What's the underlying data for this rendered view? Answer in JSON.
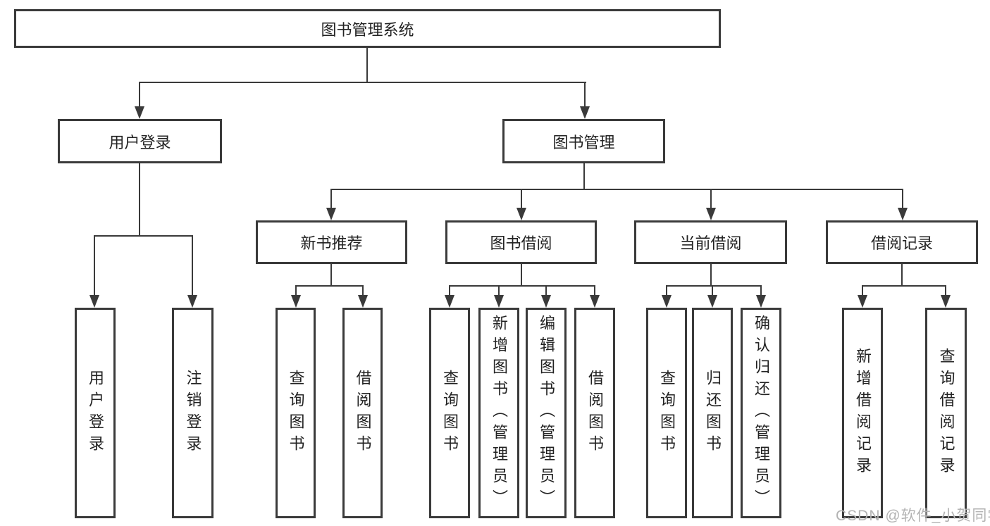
{
  "diagram_title": "图书管理系统",
  "nodes": {
    "root": "图书管理系统",
    "level2": [
      "用户登录",
      "图书管理"
    ],
    "level3": [
      "新书推荐",
      "图书借阅",
      "当前借阅",
      "借阅记录"
    ],
    "leaves_user_login": [
      "用户登录",
      "注销登录"
    ],
    "leaves_new_books": [
      "查询图书",
      "借阅图书"
    ],
    "leaves_book_borrow": [
      "查询图书",
      "新增图书（管理员）",
      "编辑图书（管理员）",
      "借阅图书"
    ],
    "leaves_current_borrow": [
      "查询图书",
      "归还图书",
      "确认归还（管理员）"
    ],
    "leaves_borrow_records": [
      "新增借阅记录",
      "查询借阅记录"
    ]
  },
  "watermark": "CSDN @软件_小贺同学",
  "colors": {
    "line": "#3a3a3a",
    "text": "#222222",
    "watermark": "#b3b3b3",
    "background": "#ffffff"
  }
}
